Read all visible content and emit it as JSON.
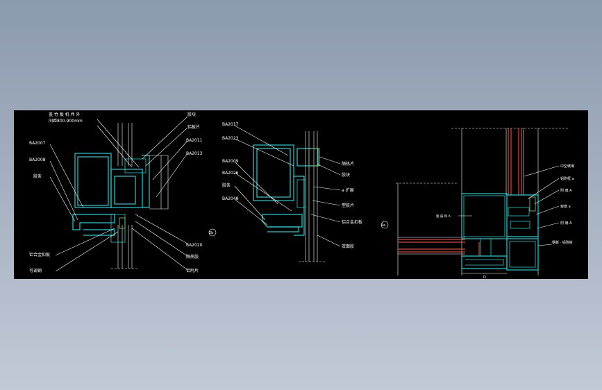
{
  "detail_a": {
    "top_note_1": "盖 竹 板 机 件 外",
    "top_note_2": "间距800-900mm",
    "left_labels": [
      "BA2007",
      "BA2008",
      "胶条"
    ],
    "right_top_labels": [
      "胶块",
      "铝板片",
      "BA2011",
      "BA2013"
    ],
    "bottom_left_labels": [
      "铝合金扣板",
      "可调钢"
    ],
    "bottom_right_labels": [
      "BA2020",
      "隔热胶",
      "铝附片"
    ]
  },
  "detail_b": {
    "left_labels": [
      "BA2017",
      "BA2023",
      "BA2009",
      "BA2026",
      "胶条",
      "BA2048"
    ],
    "right_labels": [
      "隔热片",
      "胶块",
      "a 扩展",
      "塑胶片",
      "铝合金扣板",
      "双面胶"
    ],
    "section_mark": "2b"
  },
  "detail_c": {
    "section_mark": "4a",
    "left_note": "窗 扇 料 A",
    "right_labels": [
      "中空玻璃",
      "铝附框 a",
      "附 扇 A",
      "窗扇 a",
      "附 扇 A",
      "钢板 · 铝附板"
    ],
    "dim_label": "D"
  }
}
